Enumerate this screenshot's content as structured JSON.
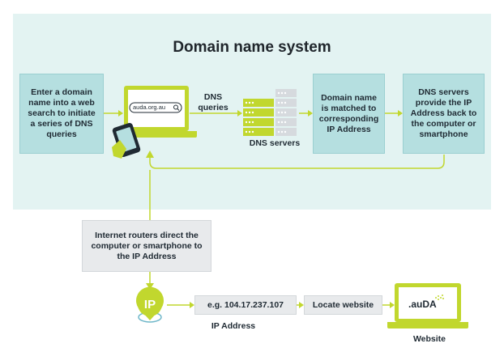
{
  "diagram": {
    "title": "Domain name system",
    "step1": "Enter a domain name into a web search to initiate a series of DNS queries",
    "laptop_url": "auda.org.au",
    "dns_queries_label": "DNS queries",
    "dns_servers_label": "DNS servers",
    "step2": "Domain name is matched to corresponding IP Address",
    "step3": "DNS servers provide the IP Address back to the computer or smartphone",
    "routers": "Internet routers direct the computer or smartphone to the IP Address",
    "ip_badge": "IP",
    "ip_example": "e.g. 104.17.237.107",
    "ip_address_label": "IP Address",
    "locate_website": "Locate website",
    "website_label": "Website",
    "website_logo": ".auDA"
  },
  "colors": {
    "panel": "#e3f3f2",
    "teal_box": "#b5dfe0",
    "lime": "#c1d72e",
    "grey_box": "#e8eaec",
    "server_grey": "#d6dade"
  }
}
